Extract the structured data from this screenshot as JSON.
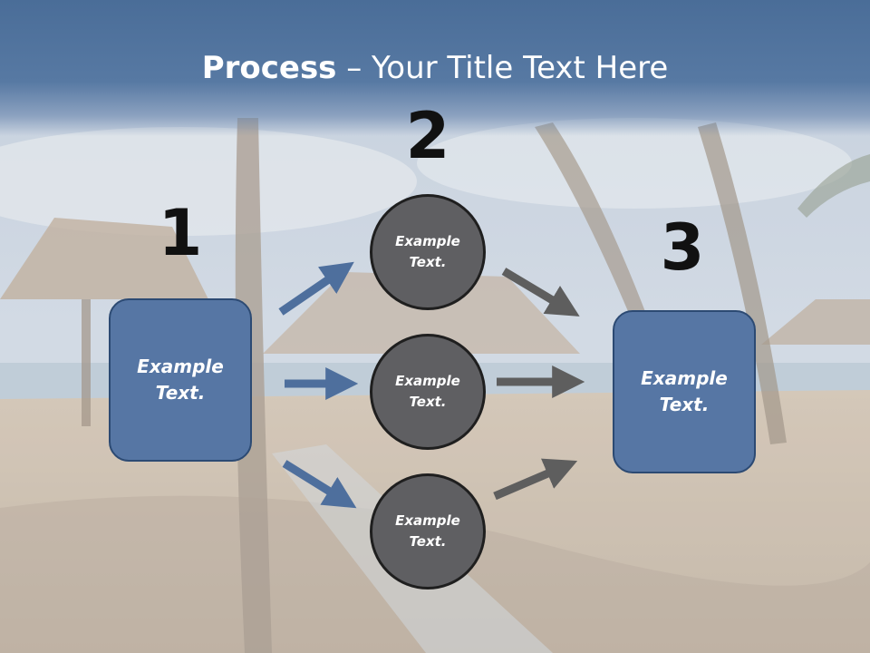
{
  "title": {
    "bold": "Process",
    "rest": " – Your Title Text Here"
  },
  "steps": [
    {
      "number": "1",
      "label": "Example Text."
    },
    {
      "number": "2",
      "items": [
        "Example Text.",
        "Example Text.",
        "Example Text."
      ]
    },
    {
      "number": "3",
      "label": "Example Text."
    }
  ],
  "colors": {
    "title_band": "#4a6d98",
    "box_fill": "#5676a4",
    "box_border": "#2c4a73",
    "circle_fill": "#5f5f62",
    "arrow_blue": "#4e6f9d",
    "arrow_gray": "#5e5e5e"
  }
}
